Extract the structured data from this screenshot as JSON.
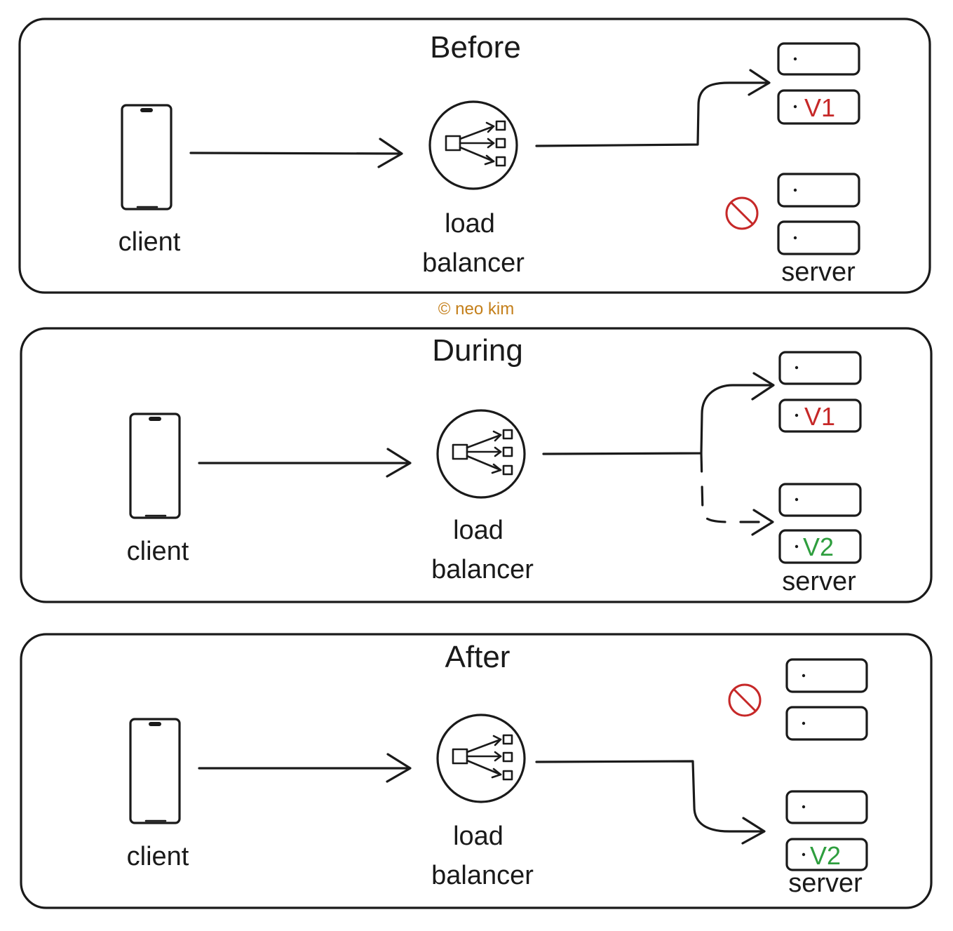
{
  "watermark": "© neo kim",
  "panels": [
    {
      "title": "Before",
      "client_label": "client",
      "lb_label_1": "load",
      "lb_label_2": "balancer",
      "server_label": "server",
      "servers": [
        {
          "version": "",
          "color": "#c62828"
        },
        {
          "version": "V1",
          "color": "#c62828"
        },
        {
          "version": "",
          "color": "#c62828"
        },
        {
          "version": "",
          "color": "#c62828"
        }
      ],
      "blocked_group": "bottom"
    },
    {
      "title": "During",
      "client_label": "client",
      "lb_label_1": "load",
      "lb_label_2": "balancer",
      "server_label": "server",
      "servers": [
        {
          "version": "",
          "color": "#c62828"
        },
        {
          "version": "V1",
          "color": "#c62828"
        },
        {
          "version": "",
          "color": "#2e9e3e"
        },
        {
          "version": "V2",
          "color": "#2e9e3e"
        }
      ],
      "blocked_group": "none"
    },
    {
      "title": "After",
      "client_label": "client",
      "lb_label_1": "load",
      "lb_label_2": "balancer",
      "server_label": "server",
      "servers": [
        {
          "version": "",
          "color": "#c62828"
        },
        {
          "version": "",
          "color": "#c62828"
        },
        {
          "version": "",
          "color": "#2e9e3e"
        },
        {
          "version": "V2",
          "color": "#2e9e3e"
        }
      ],
      "blocked_group": "top"
    }
  ],
  "icons": {
    "client": "phone-icon",
    "load_balancer": "load-balancer-icon",
    "blocked": "prohibited-icon"
  }
}
